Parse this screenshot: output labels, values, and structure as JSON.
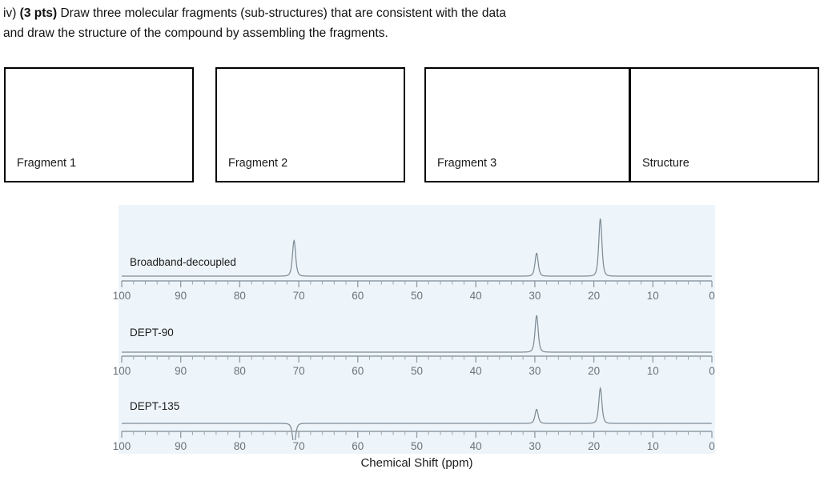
{
  "question": {
    "prefix": "iv) ",
    "points": "(3 pts)",
    "line1_rest": " Draw three molecular fragments (sub-structures) that are consistent with the data",
    "line2": "and draw the structure of the compound by assembling the fragments."
  },
  "boxes": [
    {
      "label": "Fragment 1"
    },
    {
      "label": "Fragment 2"
    },
    {
      "label": "Fragment 3"
    },
    {
      "label": "Structure"
    }
  ],
  "spectra": {
    "axis_title": "Chemical Shift (ppm)",
    "background_color": "#eef5fa",
    "trace_color": "#7e8c96",
    "axis_color": "#8f9ba4",
    "tick_label_color": "#69727a",
    "panels": [
      {
        "label": "Broadband-decoupled"
      },
      {
        "label": "DEPT-90"
      },
      {
        "label": "DEPT-135"
      }
    ]
  },
  "chart_data": {
    "type": "line",
    "title": "",
    "xlabel": "Chemical Shift (ppm)",
    "ylabel": "",
    "xlim": [
      100,
      0
    ],
    "x_axis_reversed": true,
    "tick_labels": [
      "100",
      "90",
      "80",
      "70",
      "60",
      "50",
      "40",
      "30",
      "20",
      "10",
      "0"
    ],
    "major_tick_step": 10,
    "minor_tick_step": 2,
    "grid": false,
    "legend": "none",
    "series": [
      {
        "name": "Broadband-decoupled",
        "peaks": [
          {
            "shift": 70.8,
            "intensity": 0.62,
            "sign": "positive"
          },
          {
            "shift": 29.7,
            "intensity": 0.4,
            "sign": "positive"
          },
          {
            "shift": 18.9,
            "intensity": 1.0,
            "sign": "positive"
          }
        ]
      },
      {
        "name": "DEPT-90",
        "peaks": [
          {
            "shift": 29.7,
            "intensity": 1.0,
            "sign": "positive"
          }
        ]
      },
      {
        "name": "DEPT-135",
        "peaks": [
          {
            "shift": 70.8,
            "intensity": 0.62,
            "sign": "negative"
          },
          {
            "shift": 29.7,
            "intensity": 0.4,
            "sign": "positive"
          },
          {
            "shift": 18.9,
            "intensity": 1.0,
            "sign": "positive"
          }
        ]
      }
    ]
  }
}
